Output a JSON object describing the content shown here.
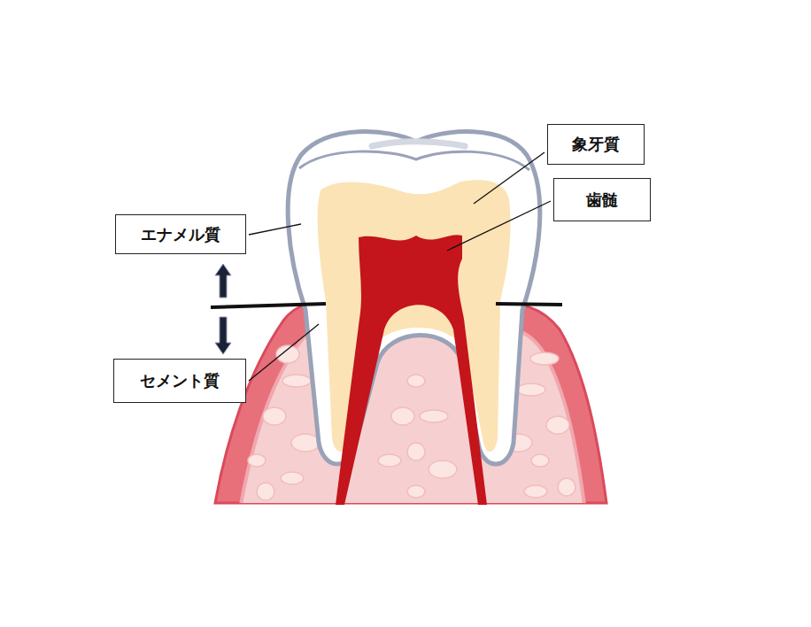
{
  "diagram": {
    "nodes": [
      {
        "text": [
          "象牙質"
        ]
      },
      {
        "text": [
          "歯髄"
        ]
      },
      {
        "text": [
          "エナメル質"
        ]
      },
      {
        "text": [
          "セメント質"
        ]
      }
    ]
  }
}
